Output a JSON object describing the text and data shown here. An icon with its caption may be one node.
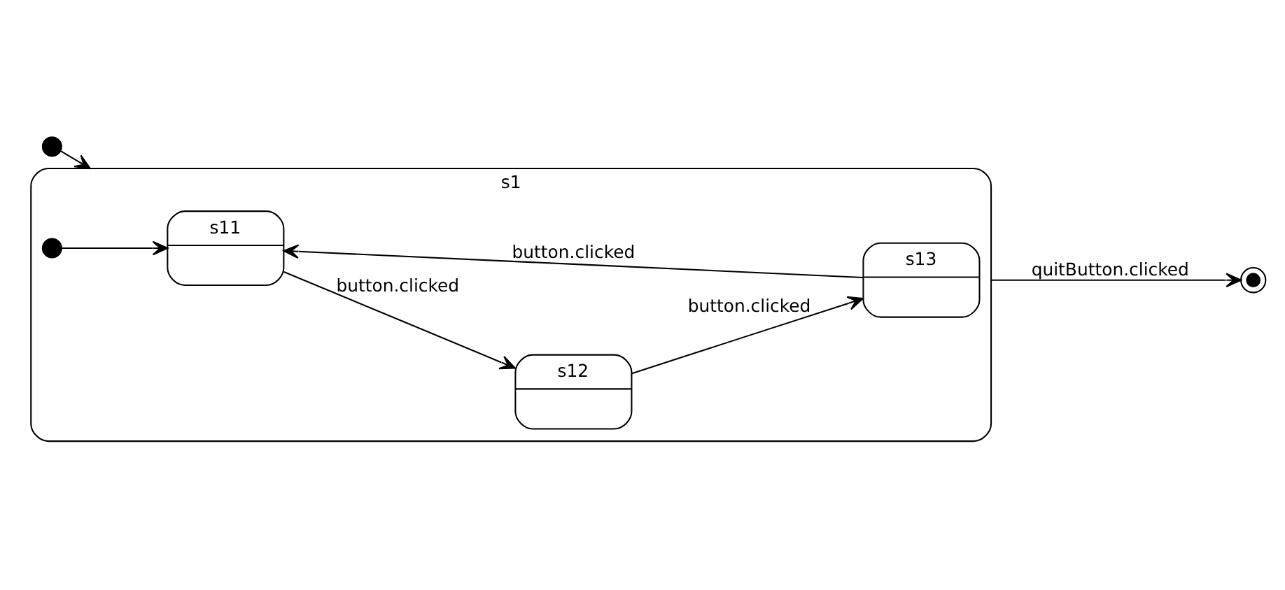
{
  "diagram": {
    "nodes": [
      {
        "text": [],
        "shape": "circle"
      },
      {
        "text": [
          "s1"
        ]
      },
      {
        "text": [
          "s11"
        ],
        "in": 1
      },
      {
        "text": [
          "s12"
        ],
        "in": 1
      },
      {
        "text": [
          "s13"
        ],
        "in": 1
      },
      {
        "text": [],
        "shape": "circle",
        "in": 1
      },
      {
        "text": [],
        "shape": "bullseye"
      }
    ],
    "edges": [
      {
        "from": 0,
        "to": 1,
        "arrow": "to"
      },
      {
        "from": 5,
        "to": 2,
        "arrow": "to"
      },
      {
        "from": 2,
        "to": 3,
        "arrow": "to",
        "label": "button.clicked"
      },
      {
        "from": 3,
        "to": 4,
        "arrow": "to",
        "label": "button.clicked"
      },
      {
        "from": 4,
        "to": 2,
        "arrow": "to",
        "label": "button.clicked"
      },
      {
        "from": 1,
        "to": 6,
        "arrow": "to",
        "label": "quitButton.clicked"
      }
    ]
  }
}
